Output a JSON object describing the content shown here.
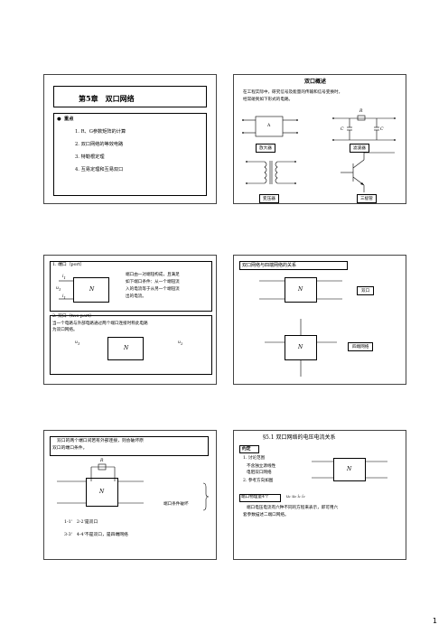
{
  "slide1": {
    "title": "第5章　双口网络",
    "key_label": "重点",
    "items": [
      "1. R、G参数矩阵的计算",
      "2. 双口网络的等效电路",
      "3. 特勒根定理",
      "4. 互易定理和互易双口"
    ]
  },
  "slide2": {
    "title": "双口概述",
    "intro": [
      "在工程实际中，研究信号及能量的传输和信号变换时，",
      "经常碰到如下形式的电路。"
    ],
    "block_a": "A",
    "amp": "放大器",
    "filter": "滤波器",
    "transformer": "变压器",
    "transistor": "三极管",
    "r_label": "R",
    "c_label": "C"
  },
  "slide3": {
    "port_heading": "1. 端口（port）",
    "port_desc": [
      "端口由一对端钮构成，且满足",
      "如下端口条件：从一个端钮流",
      "入的电流等于从另一个端钮流",
      "出的电流。"
    ],
    "twoport_heading": "2. 双口（two-port）",
    "twoport_desc": [
      "当一个电路与外部电路通过两个端口连接时称此电路",
      "为双口网络。"
    ],
    "n": "N"
  },
  "slide4": {
    "heading": "双口网络与四端网络的关系",
    "twoport": "双口",
    "fourport": "四端网络",
    "n": "N"
  },
  "slide5": {
    "intro": [
      "双口的两个端口间若有外部连接，则会破坏原",
      "双口的端口条件。"
    ],
    "r_label": "R",
    "port_cond": "端口条件破坏",
    "line1": "1-1'　2-2'是双口",
    "line2": "3-3'　4-4'不是双口，是四端网络",
    "n": "N"
  },
  "slide6": {
    "title": "§5.1 双口网络的电压电流关系",
    "tag": "约定",
    "conv1": "1. 讨论范围",
    "conv1a": "不含独立源线性",
    "conv1b": "电阻双口网络",
    "conv2": "2. 参考方向如图",
    "vars_tag": "端口物理量4个",
    "vars": "u₁ u₂ i₁ i₂",
    "desc": [
      "端口电压电流有六种不同的方程来表示，即可用六",
      "套参数描述二端口网络。"
    ],
    "n": "N"
  },
  "page_number": "1"
}
